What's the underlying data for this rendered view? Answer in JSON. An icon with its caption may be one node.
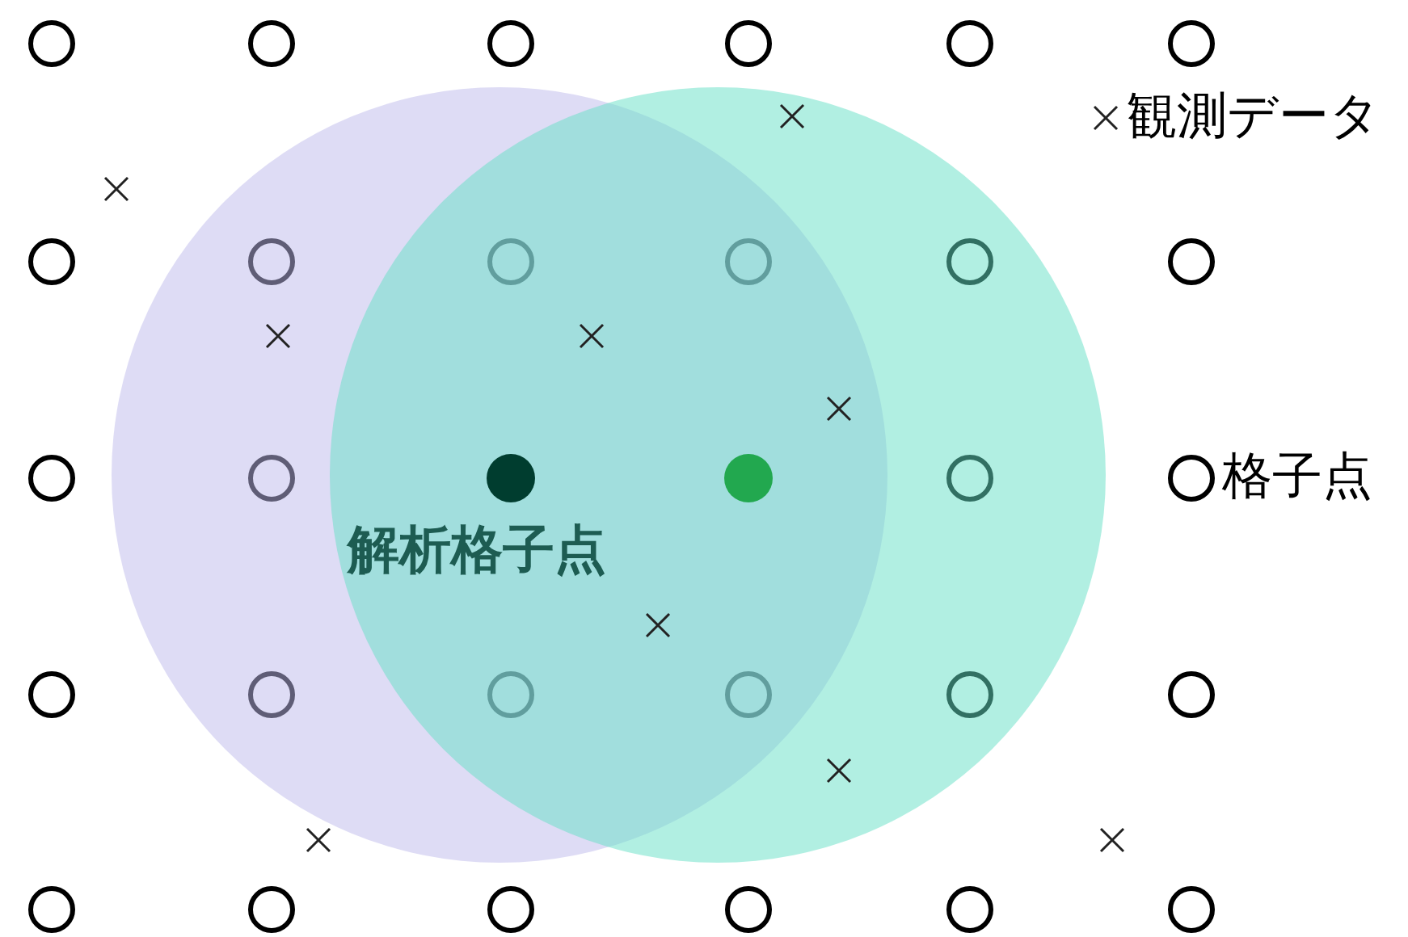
{
  "diagram": {
    "labels": [
      "解析格子点"
    ],
    "legend": [
      {
        "text": "観測データ"
      },
      {
        "text": "格子点"
      }
    ]
  }
}
